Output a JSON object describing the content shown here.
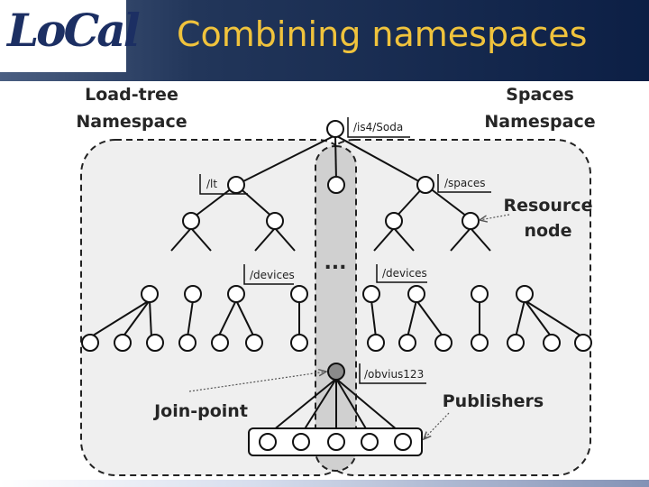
{
  "logo": {
    "text": "LoCal"
  },
  "title": "Combining namespaces",
  "diagram": {
    "load_tree_label": [
      "Load-tree",
      "Namespace"
    ],
    "spaces_label": [
      "Spaces",
      "Namespace"
    ],
    "resource_node_label": [
      "Resource",
      "node"
    ],
    "join_point_label": "Join-point",
    "publishers_label": "Publishers",
    "ellipsis": "...",
    "paths": {
      "root": "/is4/Soda",
      "lt": "/lt",
      "spaces": "/spaces",
      "devices_left": "/devices",
      "devices_right": "/devices",
      "obvius": "/obvius123"
    }
  }
}
